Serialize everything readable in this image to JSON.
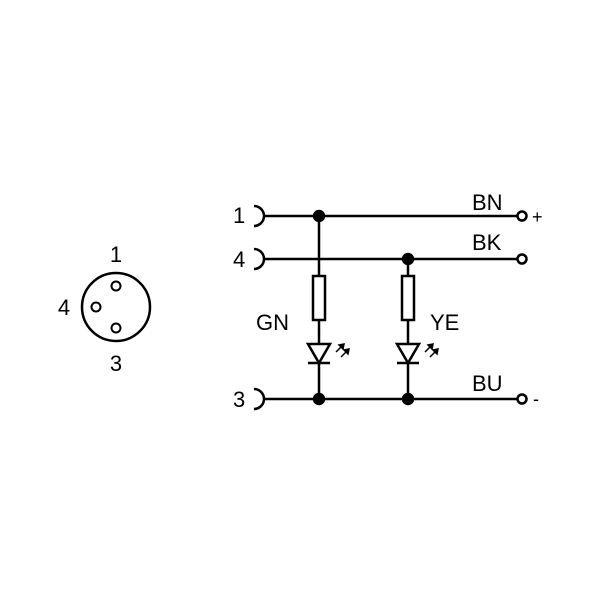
{
  "connector": {
    "pin_top": "1",
    "pin_left": "4",
    "pin_bottom": "3"
  },
  "inputs": {
    "pin1": "1",
    "pin4": "4",
    "pin3": "3"
  },
  "wires": {
    "bn": "BN",
    "bk": "BK",
    "bu": "BU"
  },
  "polarity": {
    "plus": "+",
    "minus": "-"
  },
  "leds": {
    "green": "GN",
    "yellow": "YE"
  },
  "colors": {
    "line": "#000000",
    "background": "#ffffff"
  }
}
